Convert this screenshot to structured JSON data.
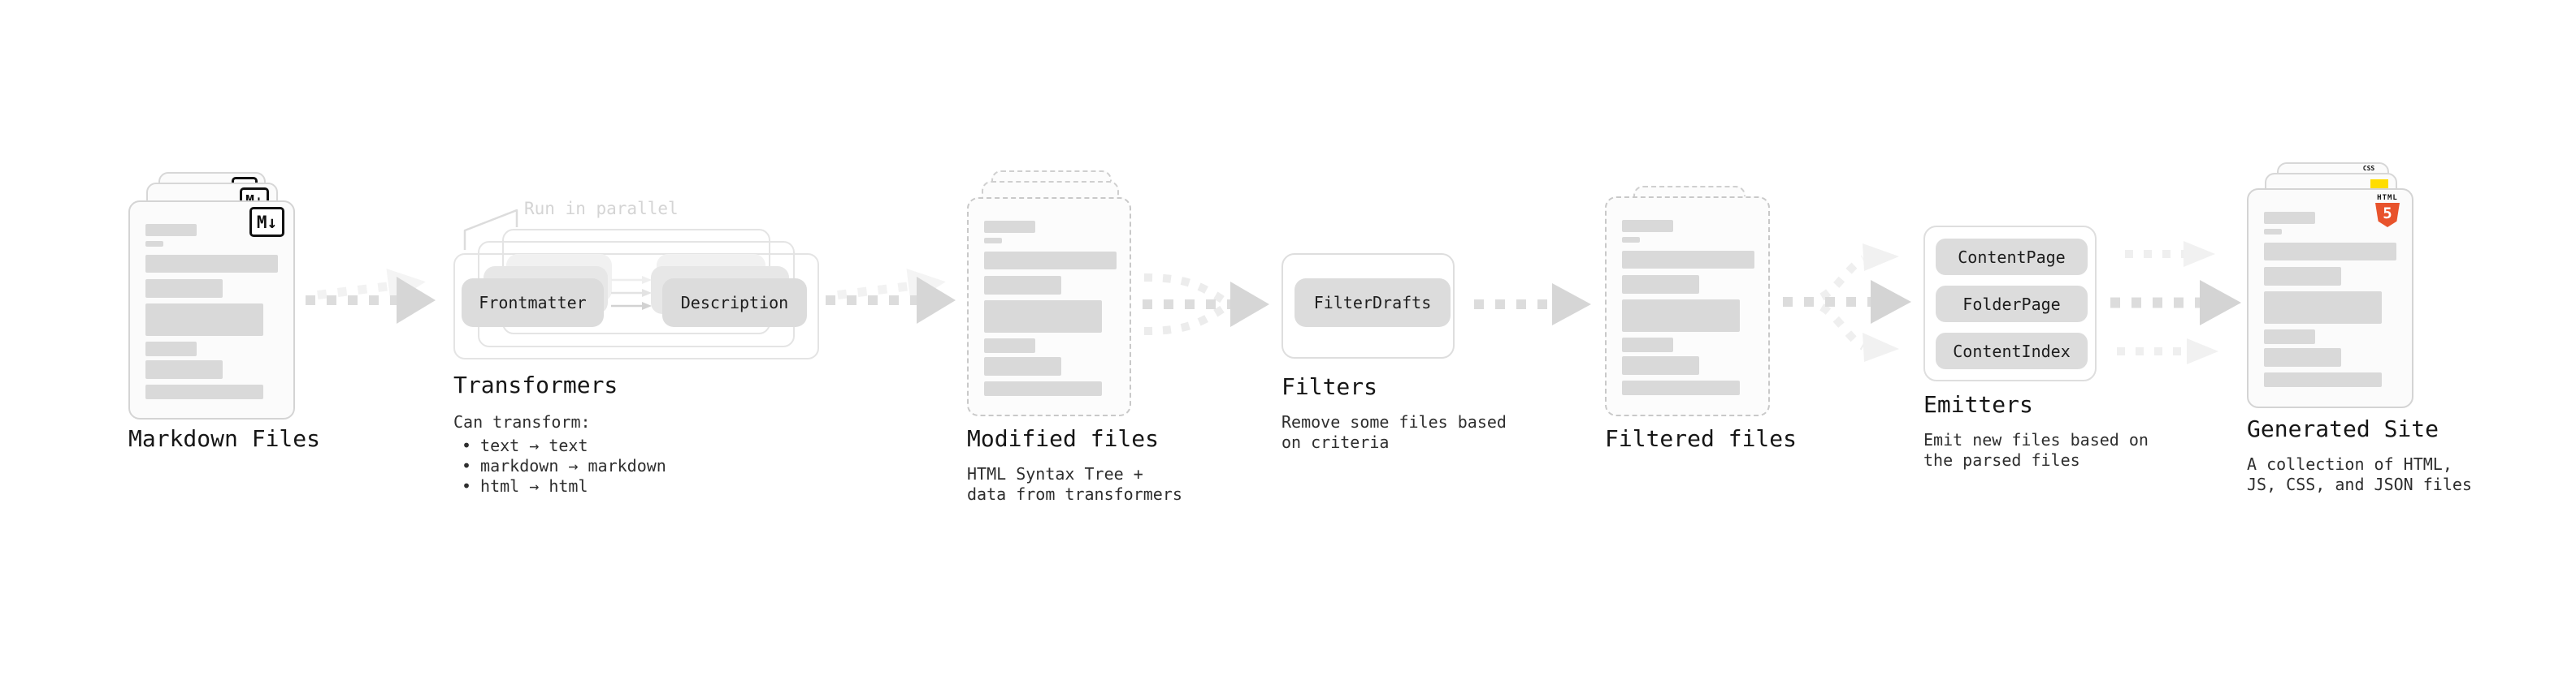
{
  "stages": {
    "markdown_files": {
      "label": "Markdown Files"
    },
    "transformers": {
      "label": "Transformers",
      "annotation": "Run in parallel",
      "nodes": [
        "Frontmatter",
        "Description"
      ],
      "description": "Can transform:",
      "bullet_char": "•",
      "bullets": [
        "text → text",
        "markdown → markdown",
        "html → html"
      ]
    },
    "modified_files": {
      "label": "Modified files",
      "description": "HTML Syntax Tree +\ndata from transformers"
    },
    "filters": {
      "label": "Filters",
      "nodes": [
        "FilterDrafts"
      ],
      "description": "Remove some files based\non criteria"
    },
    "filtered_files": {
      "label": "Filtered files"
    },
    "emitters": {
      "label": "Emitters",
      "nodes": [
        "ContentPage",
        "FolderPage",
        "ContentIndex"
      ],
      "description": "Emit new files based on\nthe parsed files"
    },
    "generated_site": {
      "label": "Generated Site",
      "description": "A collection of HTML,\nJS, CSS, and JSON files"
    }
  },
  "icons": {
    "markdown_glyph": "M↓",
    "html5_wordmark": "HTML",
    "html5_numeral": "5",
    "css_wordmark": "CSS",
    "colors": {
      "html5_orange": "#e8532c",
      "js_yellow": "#ffdd00",
      "css_blue": "#2f6df6"
    }
  }
}
